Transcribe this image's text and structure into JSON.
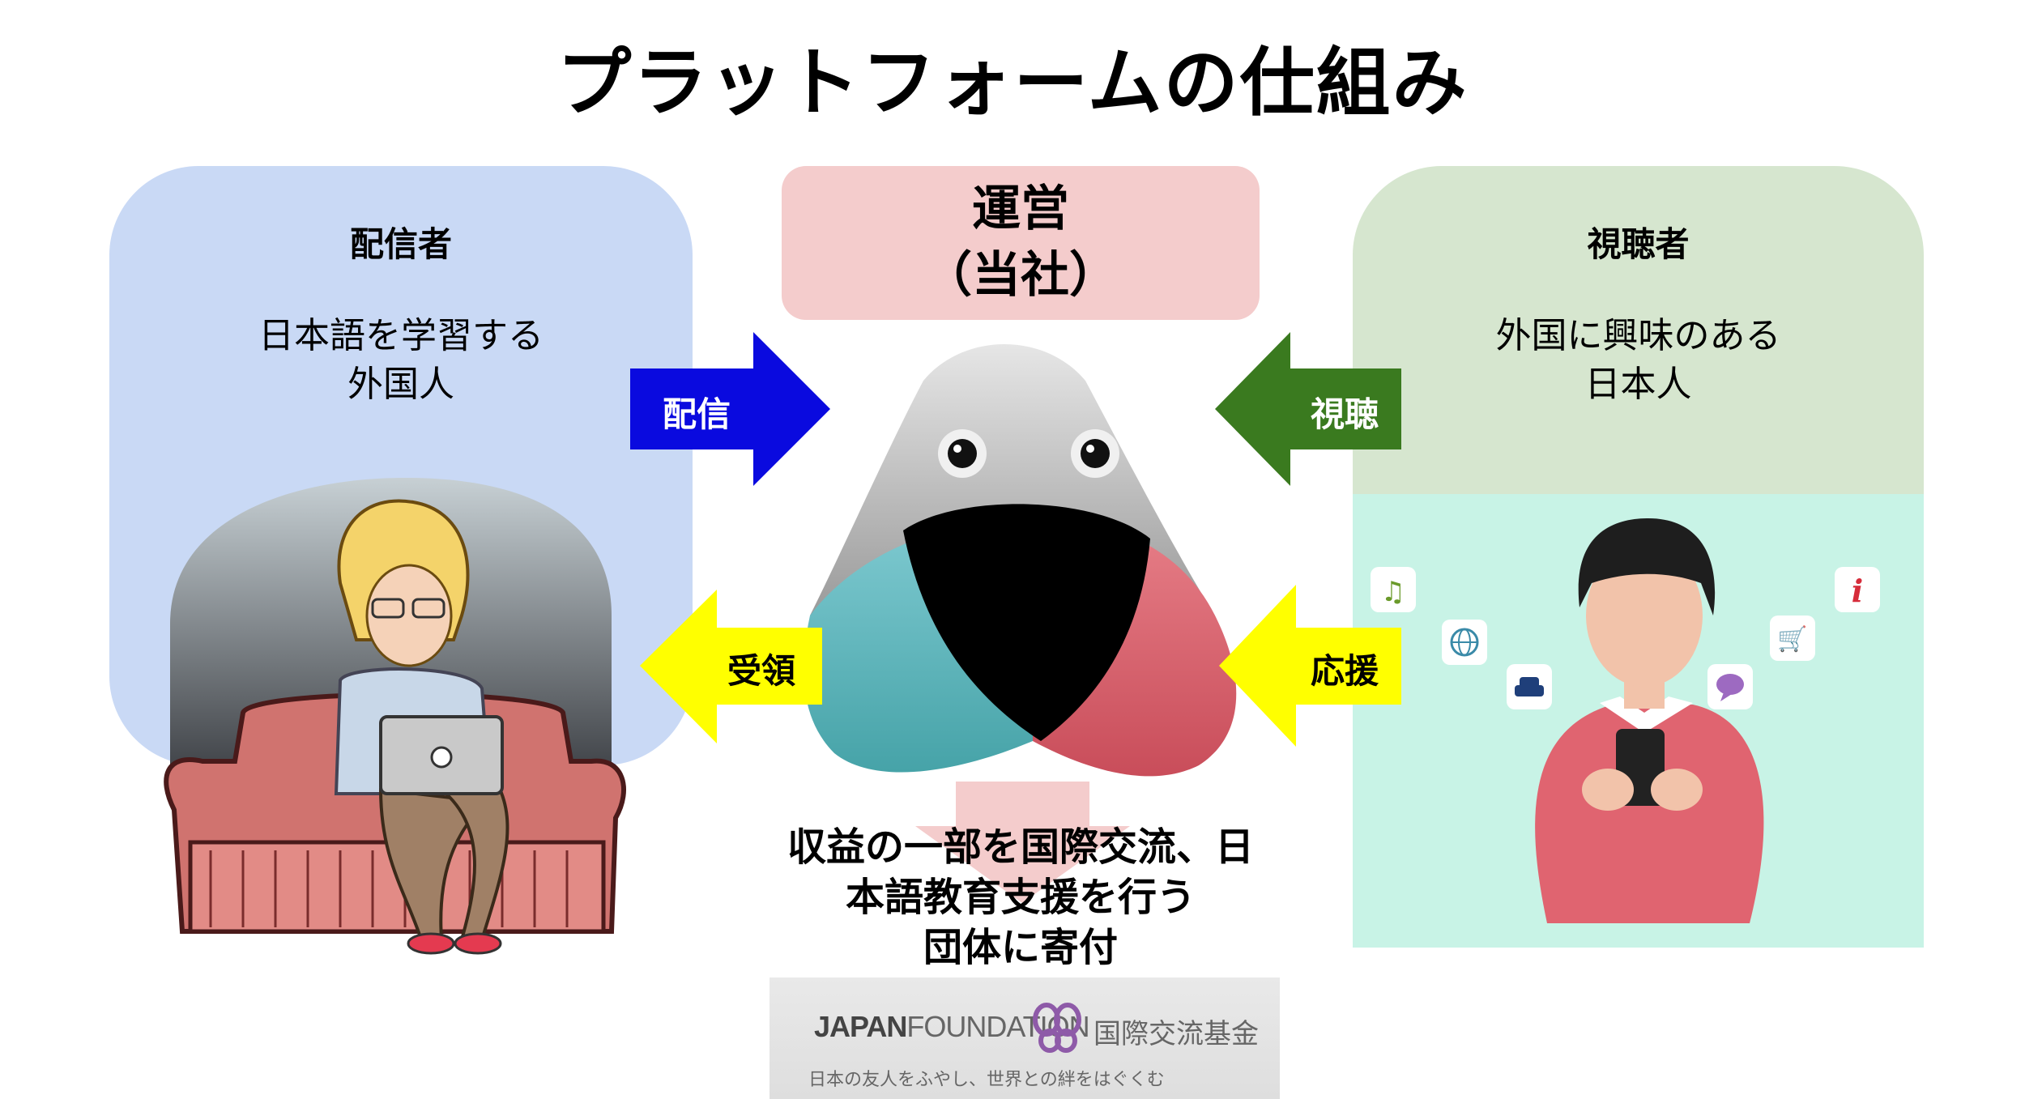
{
  "title": "プラットフォームの仕組み",
  "streamer": {
    "title": "配信者",
    "desc_line1": "日本語を学習する",
    "desc_line2": "外国人"
  },
  "viewer": {
    "title": "視聴者",
    "desc_line1": "外国に興味のある",
    "desc_line2": "日本人"
  },
  "operator": {
    "line1": "運営",
    "line2": "（当社）"
  },
  "arrows": {
    "stream": "配信",
    "watch": "視聴",
    "receive": "受領",
    "support": "応援"
  },
  "donation": {
    "line1": "収益の一部を国際交流、日",
    "line2": "本語教育支援を行う",
    "line3": "団体に寄付"
  },
  "japan_foundation": {
    "logo_bold": "JAPAN",
    "logo_rest": "FOUNDATION",
    "name_jp": "国際交流基金",
    "tagline": "日本の友人をふやし、世界との絆をはぐくむ"
  },
  "colors": {
    "stream_arrow": "#0a0adf",
    "watch_arrow": "#3a7a1f",
    "receive_arrow": "#ffff00",
    "support_arrow": "#ffff00",
    "donation_arrow": "#f4cccc"
  },
  "icons": [
    "music-note-icon",
    "globe-icon",
    "car-icon",
    "chat-bubble-icon",
    "cart-icon",
    "info-icon"
  ]
}
